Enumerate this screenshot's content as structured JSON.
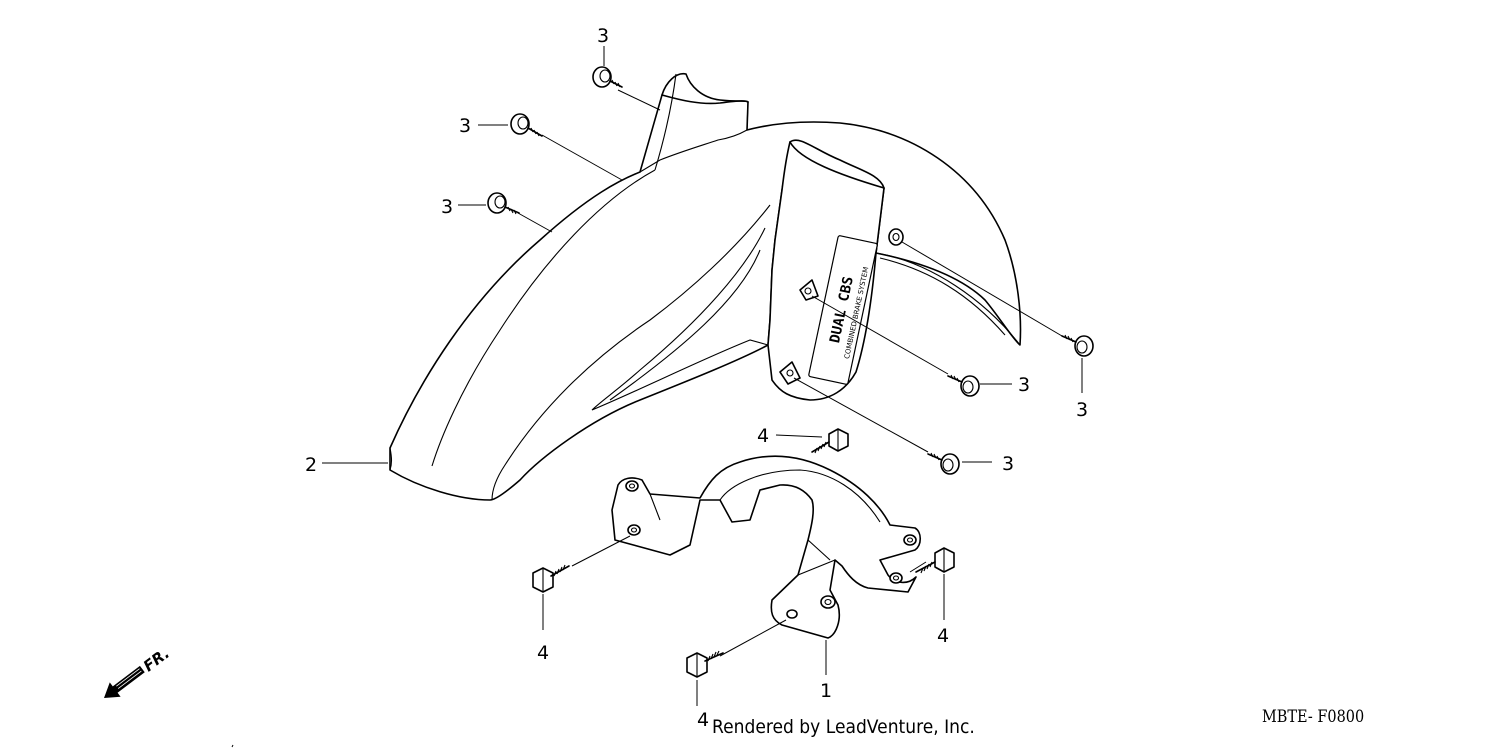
{
  "diagram": {
    "credit": "Rendered by LeadVenture, Inc.",
    "diagram_code": "MBTE- F0800",
    "front_arrow_label": "FR.",
    "fender_logo": "DUAL CBS",
    "fender_logo_sub": "COMBINED BRAKE SYSTEM",
    "callouts": [
      {
        "part": "1",
        "id": "fender-stay"
      },
      {
        "part": "2",
        "id": "front-fender"
      },
      {
        "part": "3",
        "id": "screw-a"
      },
      {
        "part": "3",
        "id": "screw-b"
      },
      {
        "part": "3",
        "id": "screw-c"
      },
      {
        "part": "3",
        "id": "screw-d"
      },
      {
        "part": "3",
        "id": "screw-e"
      },
      {
        "part": "3",
        "id": "screw-f"
      },
      {
        "part": "4",
        "id": "bolt-a"
      },
      {
        "part": "4",
        "id": "bolt-b"
      },
      {
        "part": "4",
        "id": "bolt-c"
      },
      {
        "part": "4",
        "id": "bolt-d"
      }
    ]
  }
}
